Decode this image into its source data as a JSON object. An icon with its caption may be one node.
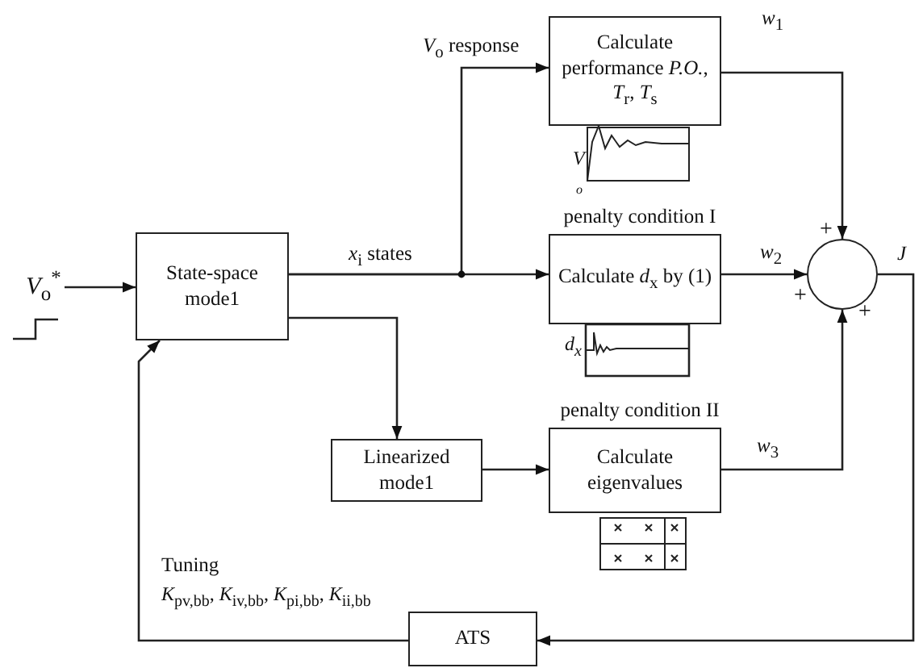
{
  "diagram": {
    "nodes": [
      {
        "text": [
          "*V*$_{o}$$^{*}$"
        ]
      },
      {
        "text": [
          "State-space mode1"
        ]
      },
      {
        "text": [
          "Calculate performance *P.O.*, *T*$_{r}$, *T*$_{s}$"
        ]
      },
      {
        "text": [
          "penalty condition I",
          "Calculate *d*$_{x}$ by (1)"
        ]
      },
      {
        "text": [
          "Linearized mode1"
        ]
      },
      {
        "text": [
          "penalty condition II",
          "Calculate eigenvalues"
        ]
      },
      {
        "text": [],
        "shape": "circle"
      },
      {
        "text": [
          "ATS"
        ]
      }
    ],
    "edges": [
      {
        "from": 0,
        "to": 1,
        "arrow": "to"
      },
      {
        "from": 1,
        "to": 2,
        "arrow": "to",
        "label": "*V*$_{o}$ response"
      },
      {
        "from": 1,
        "to": 3,
        "arrow": "to",
        "label": "*x*$_{i}$ states"
      },
      {
        "from": 1,
        "to": 4,
        "arrow": "to"
      },
      {
        "from": 4,
        "to": 5,
        "arrow": "to"
      },
      {
        "from": 2,
        "to": 6,
        "arrow": "to",
        "label": "*w*$_{1}$"
      },
      {
        "from": 3,
        "to": 6,
        "arrow": "to",
        "label": "*w*$_{2}$"
      },
      {
        "from": 5,
        "to": 6,
        "arrow": "to",
        "label": "*w*$_{3}$"
      },
      {
        "from": 6,
        "to": 7,
        "arrow": "to",
        "label": "*J*"
      },
      {
        "from": 7,
        "to": 1,
        "arrow": "to"
      }
    ],
    "labels": [
      "+",
      "+",
      "+",
      "V",
      "o",
      "*d*$_{x}$",
      "Tuning",
      "*K*$_{pv,bb}$, *K*$_{iv,bb}$, *K*$_{pi,bb}$, *K*$_{ii,bb}$"
    ]
  }
}
